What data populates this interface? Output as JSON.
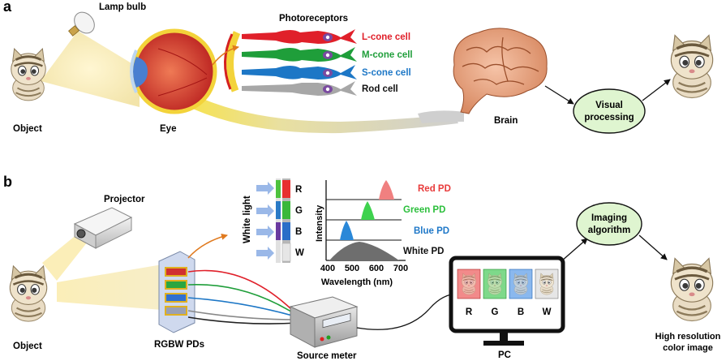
{
  "panel_a": {
    "letter": "a",
    "lamp": "Lamp bulb",
    "object": "Object",
    "eye": "Eye",
    "photoreceptors_title": "Photoreceptors",
    "cells": [
      {
        "label": "L-cone cell",
        "color": "#e0202a"
      },
      {
        "label": "M-cone cell",
        "color": "#1f9e3a"
      },
      {
        "label": "S-cone cell",
        "color": "#1d77c6"
      },
      {
        "label": "Rod cell",
        "color": "#111111"
      }
    ],
    "brain": "Brain",
    "processing": [
      "Visual",
      "processing"
    ]
  },
  "panel_b": {
    "letter": "b",
    "projector": "Projector",
    "object": "Object",
    "pds": "RGBW PDs",
    "source_meter": "Source meter",
    "white_light": "White light",
    "filter_labels": [
      "R",
      "G",
      "B",
      "W"
    ],
    "pc": "PC",
    "screen_labels": [
      "R",
      "G",
      "B",
      "W"
    ],
    "imaging": [
      "Imaging",
      "algorithm"
    ],
    "output": [
      "High resolution",
      "color image"
    ]
  },
  "spectrum": {
    "xlabel": "Wavelength (nm)",
    "ylabel": "Intensity",
    "ticks": [
      "400",
      "500",
      "600",
      "700"
    ],
    "series": [
      {
        "name": "Red PD",
        "color": "#e83a3a"
      },
      {
        "name": "Green PD",
        "color": "#2bbf3b"
      },
      {
        "name": "Blue PD",
        "color": "#1f78c8"
      },
      {
        "name": "White PD",
        "color": "#111111"
      }
    ]
  },
  "colors": {
    "red": "#e0202a",
    "green": "#1f9e3a",
    "blue": "#1d77c6",
    "node_fill": "#dff5d0"
  }
}
